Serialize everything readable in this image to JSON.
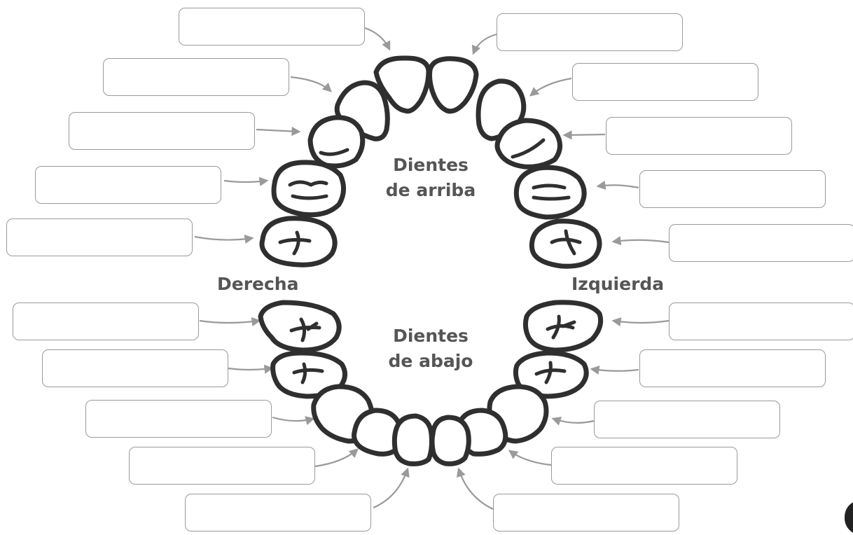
{
  "labels": {
    "upper_title_line1": "Dientes",
    "upper_title_line2": "de arriba",
    "lower_title_line1": "Dientes",
    "lower_title_line2": "de abajo",
    "right_side": "Derecha",
    "left_side": "Izquierda"
  },
  "answer_boxes": {
    "right_upper_count": 5,
    "left_upper_count": 5,
    "right_lower_count": 5,
    "left_lower_count": 5,
    "values": []
  },
  "colors": {
    "tooth_outline": "#2f2f2f",
    "box_border": "#9a9a9a",
    "arrow": "#9a9a9a",
    "text": "#555555"
  }
}
